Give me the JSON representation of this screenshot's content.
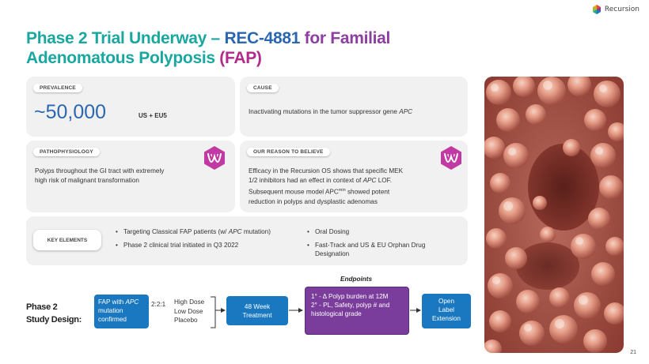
{
  "brand": {
    "logo_text": "Recursion"
  },
  "title": {
    "part1": "Phase 2 Trial Underway – ",
    "part2": "REC-4881",
    "part3": " for Familial",
    "part4": "Adenomatous Polyposis ",
    "part5": "(FAP)"
  },
  "prevalence": {
    "label": "PREVALENCE",
    "value": "~50,000",
    "region": "US + EU5"
  },
  "cause": {
    "label": "CAUSE",
    "text": "Inactivating mutations in the tumor suppressor gene ",
    "gene": "APC"
  },
  "pathophysiology": {
    "label": "PATHOPHYSIOLOGY",
    "line1": "Polyps throughout the GI tract with extremely",
    "line2": "high risk of malignant transformation"
  },
  "reason": {
    "label": "OUR REASON TO BELIEVE",
    "line1": "Efficacy in the Recursion OS shows that specific MEK",
    "line2a": "1/2 inhibitors had an effect in context of ",
    "line2_gene": "APC",
    "line2b": " LOF.",
    "line3a": "Subsequent mouse model APC",
    "line3_sup": "min",
    "line3b": " showed potent",
    "line4": "reduction in polyps and dysplastic adenomas"
  },
  "key_elements": {
    "label": "KEY ELEMENTS",
    "left": [
      {
        "pre": "Targeting Classical FAP patients (w/ ",
        "em": "APC",
        "post": " mutation)"
      },
      {
        "pre": "Phase 2 clinical trial initiated in Q3 2022",
        "em": "",
        "post": ""
      }
    ],
    "right": [
      {
        "text": "Oral Dosing"
      },
      {
        "text": "Fast-Track and US & EU Orphan Drug Designation"
      }
    ]
  },
  "study": {
    "heading_line1": "Phase 2",
    "heading_line2": "Study Design:",
    "endpoints_label": "Endpoints",
    "box1": {
      "pre": "FAP with ",
      "em": "APC",
      "line2": "mutation",
      "line3": "confirmed"
    },
    "ratio": "2:2:1",
    "arms": [
      "High Dose",
      "Low Dose",
      "Placebo"
    ],
    "box2": {
      "line1": "48 Week",
      "line2": "Treatment"
    },
    "box3": {
      "line1": "1° - Δ Polyp burden at 12M",
      "line2": "2° - PL, Safety, polyp # and",
      "line3": "histological grade"
    },
    "box4": {
      "line1": "Open",
      "line2": "Label",
      "line3": "Extension"
    }
  },
  "page_number": "21",
  "colors": {
    "teal": "#1aa7a0",
    "blue": "#2a67b0",
    "magenta": "#b12a8c",
    "box_blue": "#1a78c0",
    "box_purple": "#7b3d9c",
    "card_gray": "#f1f1f1"
  },
  "icons": [
    "recursion-logo-icon",
    "hexagon-w-icon",
    "polyp-tissue-photo"
  ]
}
